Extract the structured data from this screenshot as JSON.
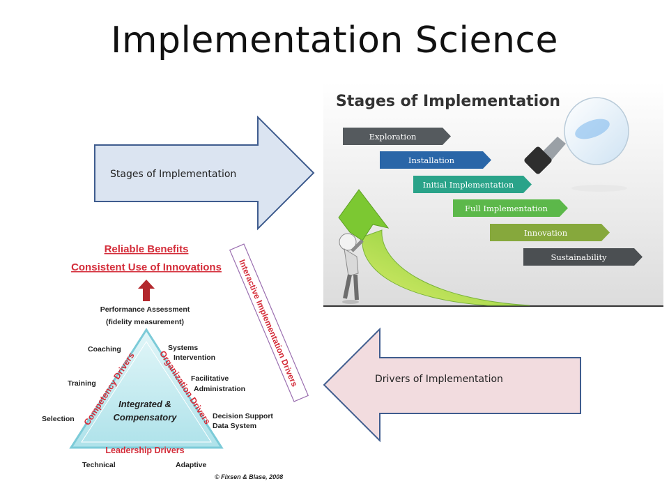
{
  "slide": {
    "title": "Implementation Science"
  },
  "arrows": {
    "right_label": "Stages of Implementation",
    "left_label": "Drivers of Implementation"
  },
  "stages_panel": {
    "heading": "Stages of Implementation",
    "stages": [
      {
        "label": "Exploration",
        "color": "#555a5e"
      },
      {
        "label": "Installation",
        "color": "#2a66a8"
      },
      {
        "label": "Initial Implementation",
        "color": "#2aa389"
      },
      {
        "label": "Full Implementation",
        "color": "#5cb84a"
      },
      {
        "label": "Innovation",
        "color": "#86a83c"
      },
      {
        "label": "Sustainability",
        "color": "#4b4f52"
      }
    ]
  },
  "drivers_diagram": {
    "benefit_1": "Reliable Benefits",
    "benefit_2": "Consistent Use of Innovations",
    "assessment_1": "Performance Assessment",
    "assessment_2": "(fidelity measurement)",
    "coaching": "Coaching",
    "training": "Training",
    "selection": "Selection",
    "systems_1": "Systems",
    "systems_2": "Intervention",
    "facilitative_1": "Facilitative",
    "facilitative_2": "Administration",
    "decision_1": "Decision Support",
    "decision_2": "Data System",
    "center_1": "Integrated &",
    "center_2": "Compensatory",
    "competency": "Competency Drivers",
    "organization": "Organization Drivers",
    "leadership": "Leadership Drivers",
    "technical": "Technical",
    "adaptive": "Adaptive",
    "interactive": "Interactive Implementation Drivers",
    "copyright": "© Fixsen & Blase, 2008"
  }
}
